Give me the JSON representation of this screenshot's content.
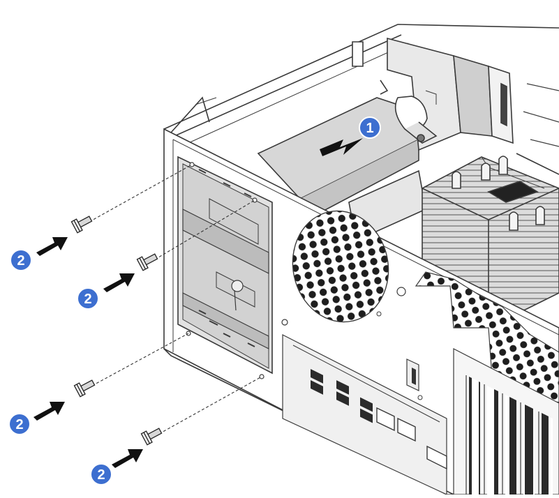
{
  "diagram": {
    "callouts": [
      {
        "id": "step-1",
        "label": "1"
      },
      {
        "id": "step-2a",
        "label": "2"
      },
      {
        "id": "step-2b",
        "label": "2"
      },
      {
        "id": "step-2c",
        "label": "2"
      },
      {
        "id": "step-2d",
        "label": "2"
      }
    ],
    "colors": {
      "callout_fill": "#3d6fd0",
      "callout_ring": "#ffffff",
      "line_art": "#3a3a3a",
      "chassis_shade": "#d9d9d9",
      "arrow": "#111111"
    },
    "icons": [
      "screw-icon",
      "push-arrow-icon",
      "removal-arrow-icon"
    ]
  }
}
